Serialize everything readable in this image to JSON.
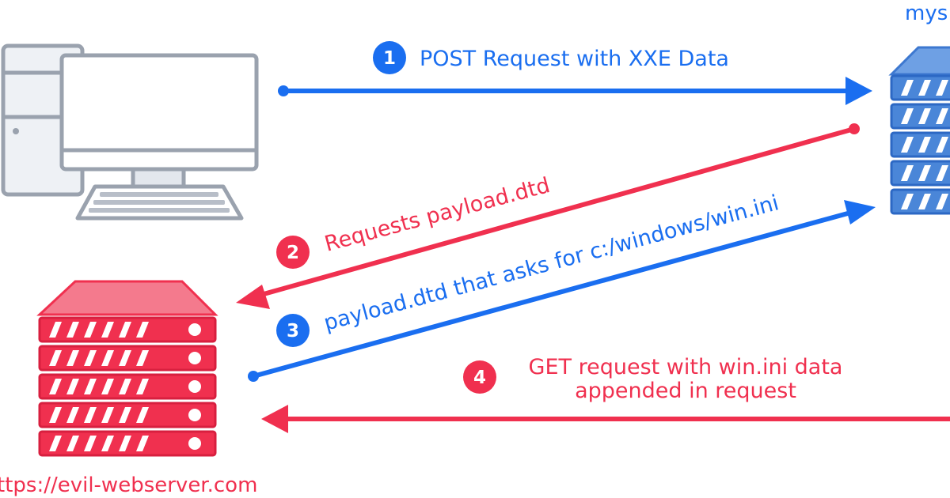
{
  "colors": {
    "blue": "#1a6ef0",
    "red": "#f0304f",
    "red_light": "#f27185",
    "blue_light": "#4a86d8",
    "gray": "#9aa2ae",
    "gray_fill": "#e3e7ed"
  },
  "hosts": {
    "target_label": "mys",
    "evil_label": "ttps://evil-webserver.com"
  },
  "icons": {
    "client": "desktop-computer-icon",
    "target": "server-stack-icon",
    "evil": "server-stack-icon"
  },
  "steps": [
    {
      "number": "1",
      "text": "POST Request with XXE Data",
      "color": "blue"
    },
    {
      "number": "2",
      "text": "Requests payload.dtd",
      "color": "red"
    },
    {
      "number": "3",
      "text": "payload.dtd that asks for c:/windows/win.ini",
      "color": "blue"
    },
    {
      "number": "4",
      "text_line1": "GET request with win.ini data",
      "text_line2": "appended in request",
      "color": "red"
    }
  ]
}
